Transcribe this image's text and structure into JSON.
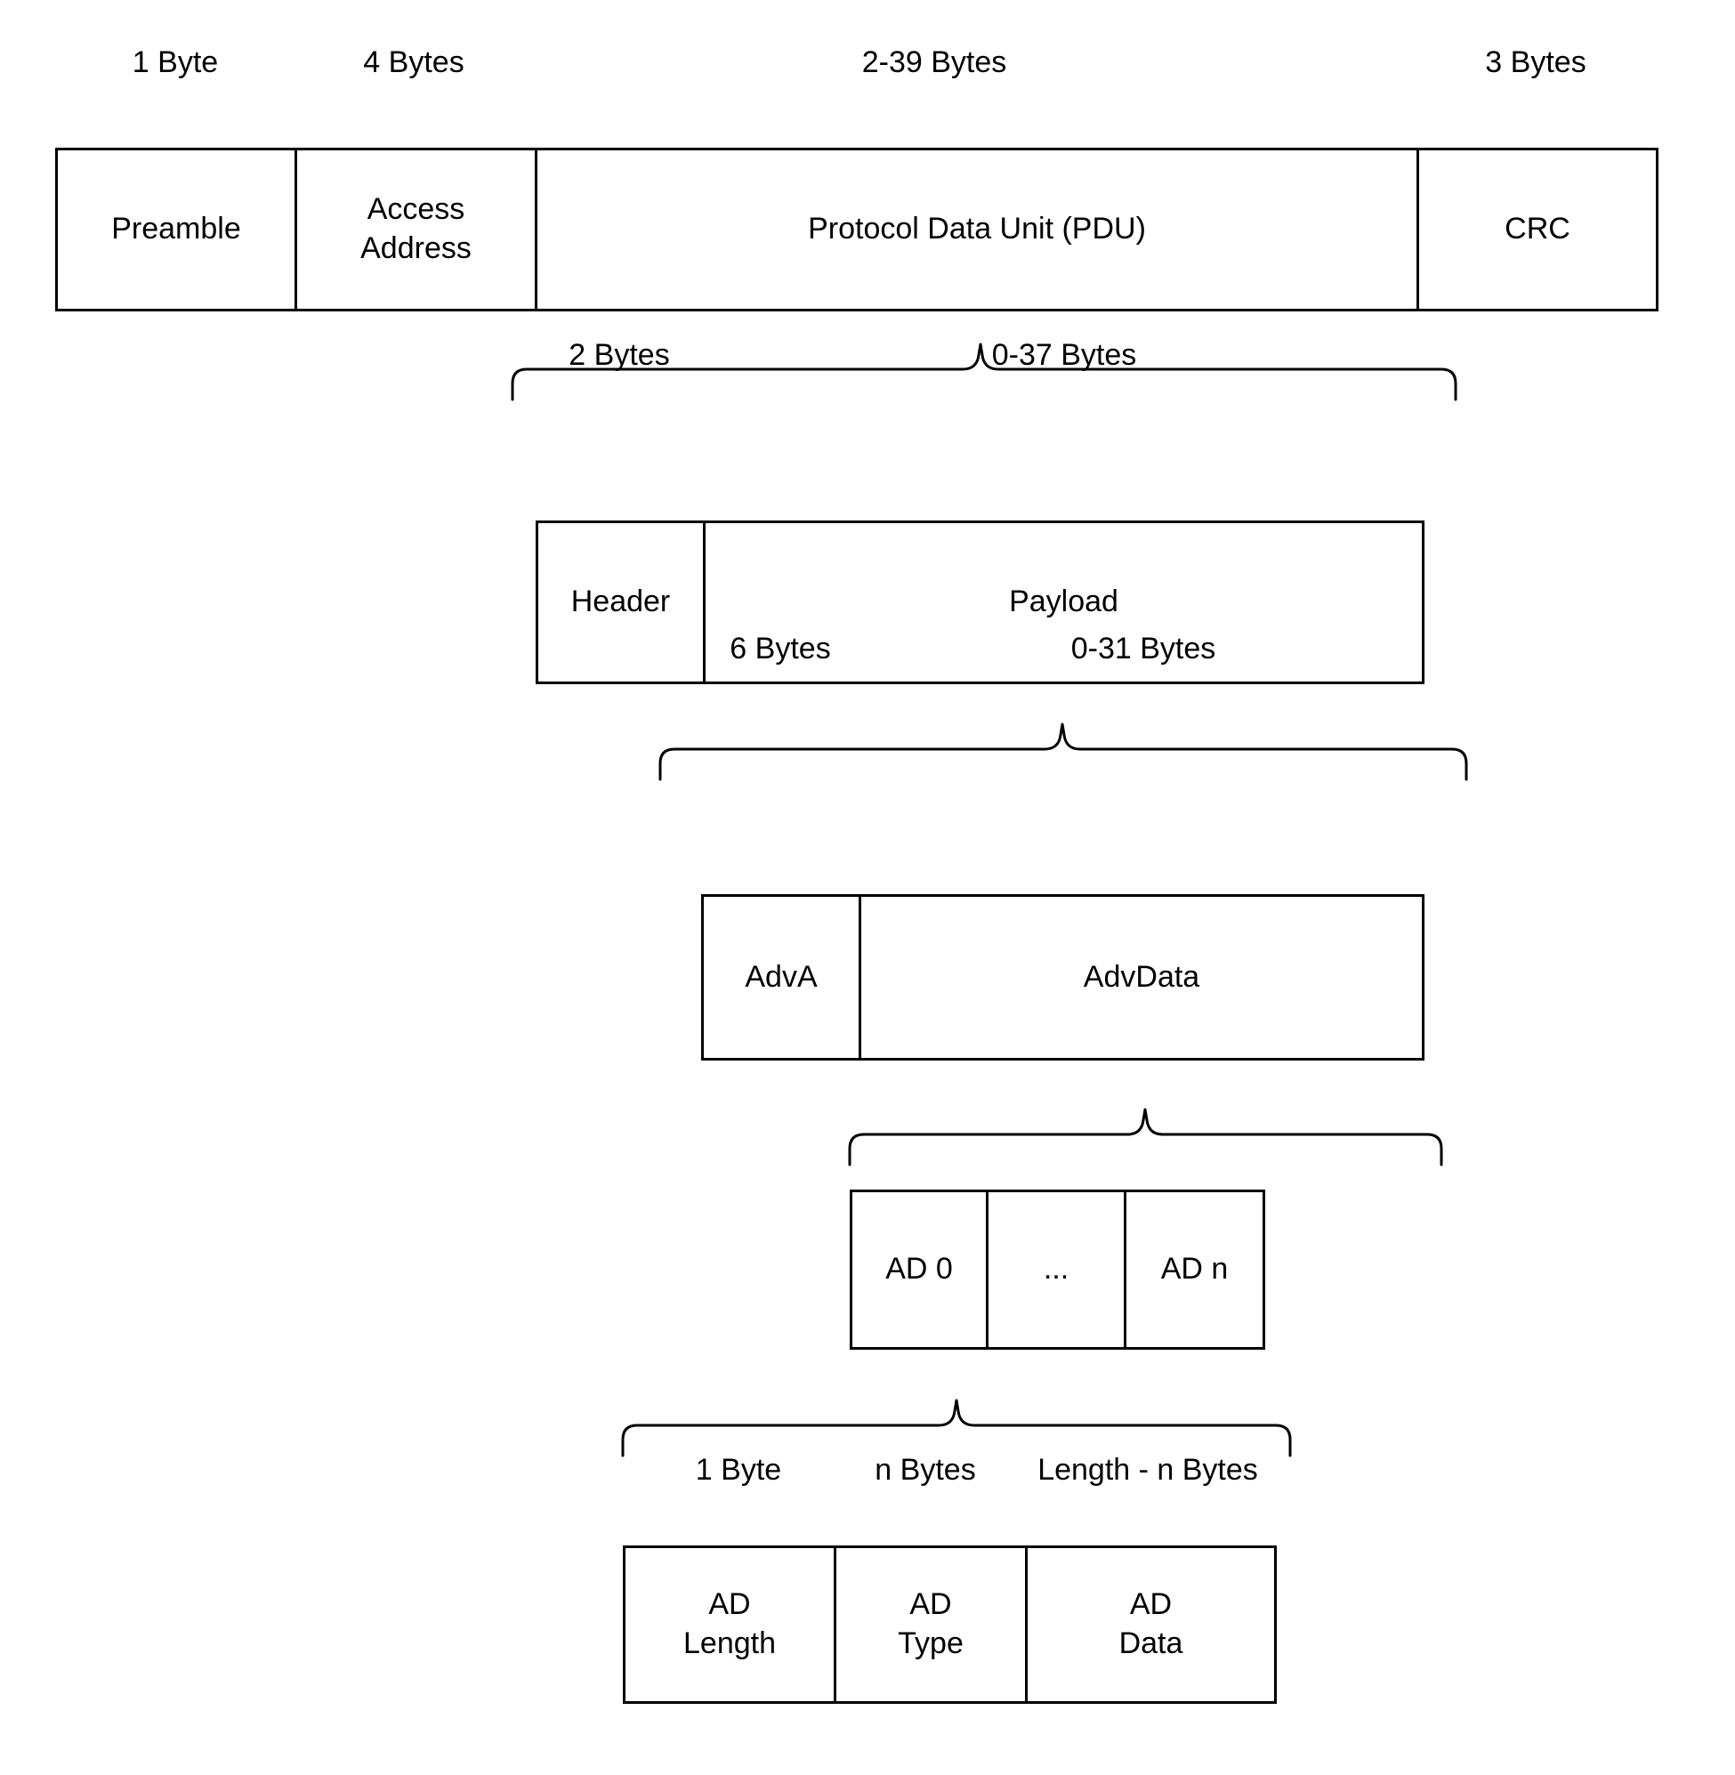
{
  "diagram": {
    "title": "Bluetooth Low Energy advertising packet structure",
    "line_color": "#000000",
    "background_color": "#ffffff",
    "text_color": "#000000"
  },
  "rows": [
    {
      "name": "packet",
      "size_labels": [
        "1 Byte",
        "4 Bytes",
        "2-39 Bytes",
        "3 Bytes"
      ],
      "fields": [
        "Preamble",
        "Access\nAddress",
        "Protocol Data Unit (PDU)",
        "CRC"
      ]
    },
    {
      "name": "pdu",
      "size_labels": [
        "2 Bytes",
        "0-37 Bytes"
      ],
      "fields": [
        "Header",
        "Payload"
      ]
    },
    {
      "name": "payload",
      "size_labels": [
        "6 Bytes",
        "0-31 Bytes"
      ],
      "fields": [
        "AdvA",
        "AdvData"
      ]
    },
    {
      "name": "advdata",
      "size_labels": [],
      "fields": [
        "AD 0",
        "...",
        "AD n"
      ]
    },
    {
      "name": "ad",
      "size_labels": [
        "1 Byte",
        "n Bytes",
        "Length - n Bytes"
      ],
      "fields": [
        "AD\nLength",
        "AD\nType",
        "AD\nData"
      ]
    }
  ]
}
